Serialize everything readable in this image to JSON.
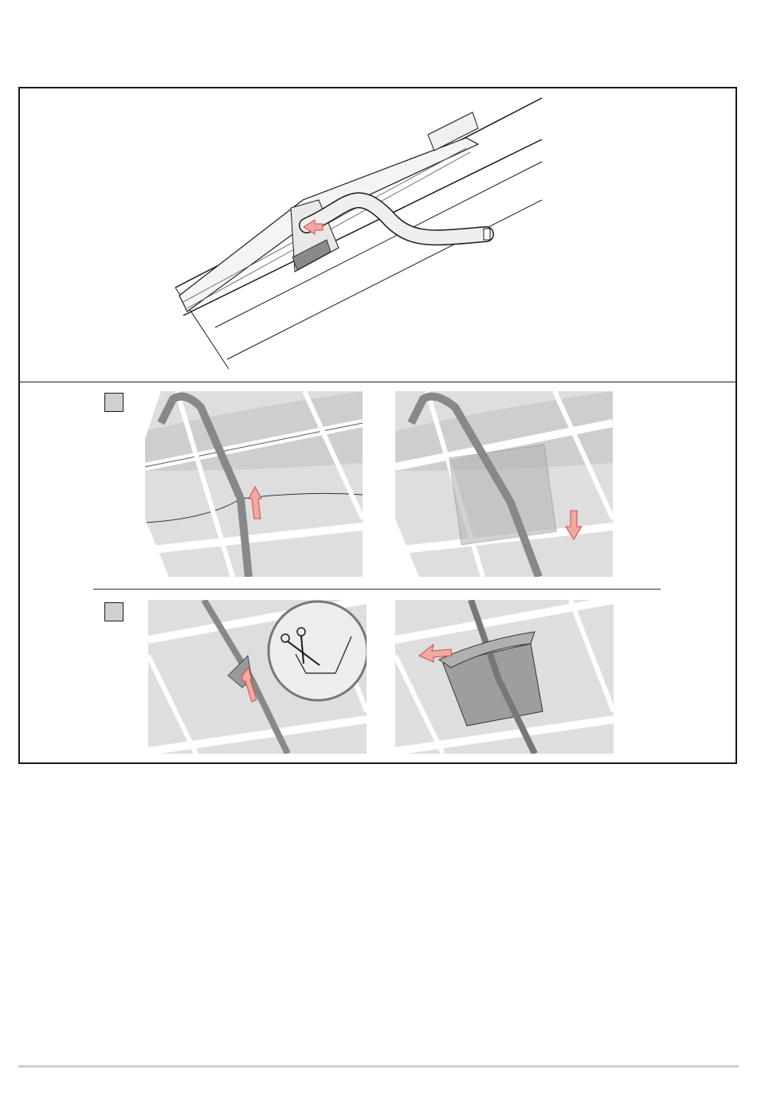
{
  "document": {
    "figure": "roof-window-installation-steps",
    "steps": [
      {
        "id": "step-1",
        "label": ""
      },
      {
        "id": "step-2",
        "label": ""
      }
    ],
    "colors": {
      "arrow": "#f2a9a2",
      "arrow_stroke": "#d2484a",
      "membrane": "#c9c9c9",
      "pipe": "#8b8b8b",
      "panel_bg": "#e3e3e3",
      "line": "#1a1a1a"
    },
    "icons": [
      "scissors-icon",
      "arrow-icon"
    ]
  }
}
